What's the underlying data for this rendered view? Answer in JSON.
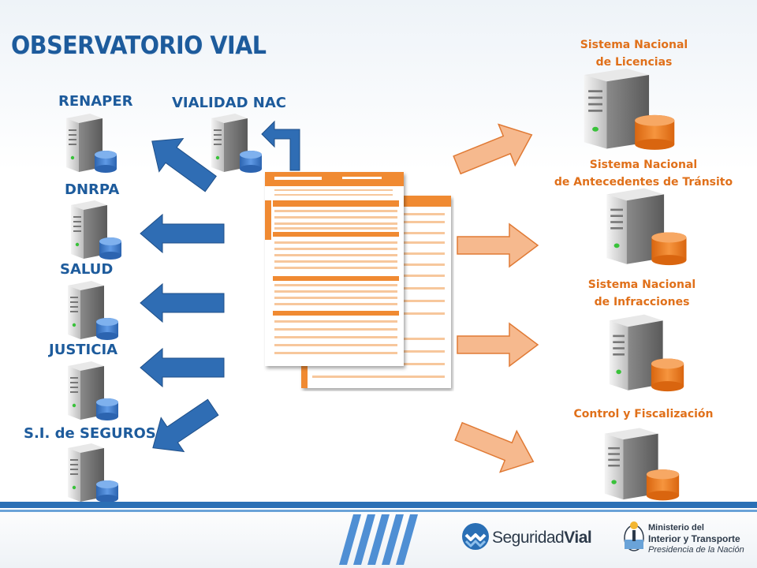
{
  "title": "OBSERVATORIO VIAL",
  "sources": [
    {
      "label": "RENAPER"
    },
    {
      "label": "VIALIDAD NAC"
    },
    {
      "label": "DNRPA"
    },
    {
      "label": "SALUD"
    },
    {
      "label": "JUSTICIA"
    },
    {
      "label": "S.I. de SEGUROS"
    }
  ],
  "targets": [
    {
      "line1": "Sistema Nacional",
      "line2": "de Licencias"
    },
    {
      "line1": "Sistema Nacional",
      "line2": "de Antecedentes de Tránsito"
    },
    {
      "line1": "Sistema Nacional",
      "line2": "de Infracciones"
    },
    {
      "line1": "Control y Fiscalización",
      "line2": ""
    }
  ],
  "footer": {
    "brand_prefix": "Seguridad",
    "brand_suffix": "Vial",
    "ministry_line1": "Ministerio del",
    "ministry_line2": "Interior y Transporte",
    "ministry_line3": "Presidencia de la Nación"
  },
  "colors": {
    "blue": "#1d5b9c",
    "arrow_blue": "#2f6db4",
    "orange": "#e0701a",
    "arrow_orange": "#f6b98e",
    "db_orange": "#ee7d22",
    "db_blue": "#3f7fd0"
  },
  "icons": {
    "server": "server-database-icon",
    "form": "form-document-icon",
    "brand_logo": "seguridad-vial-logo",
    "ministry_seal": "argentina-seal"
  }
}
